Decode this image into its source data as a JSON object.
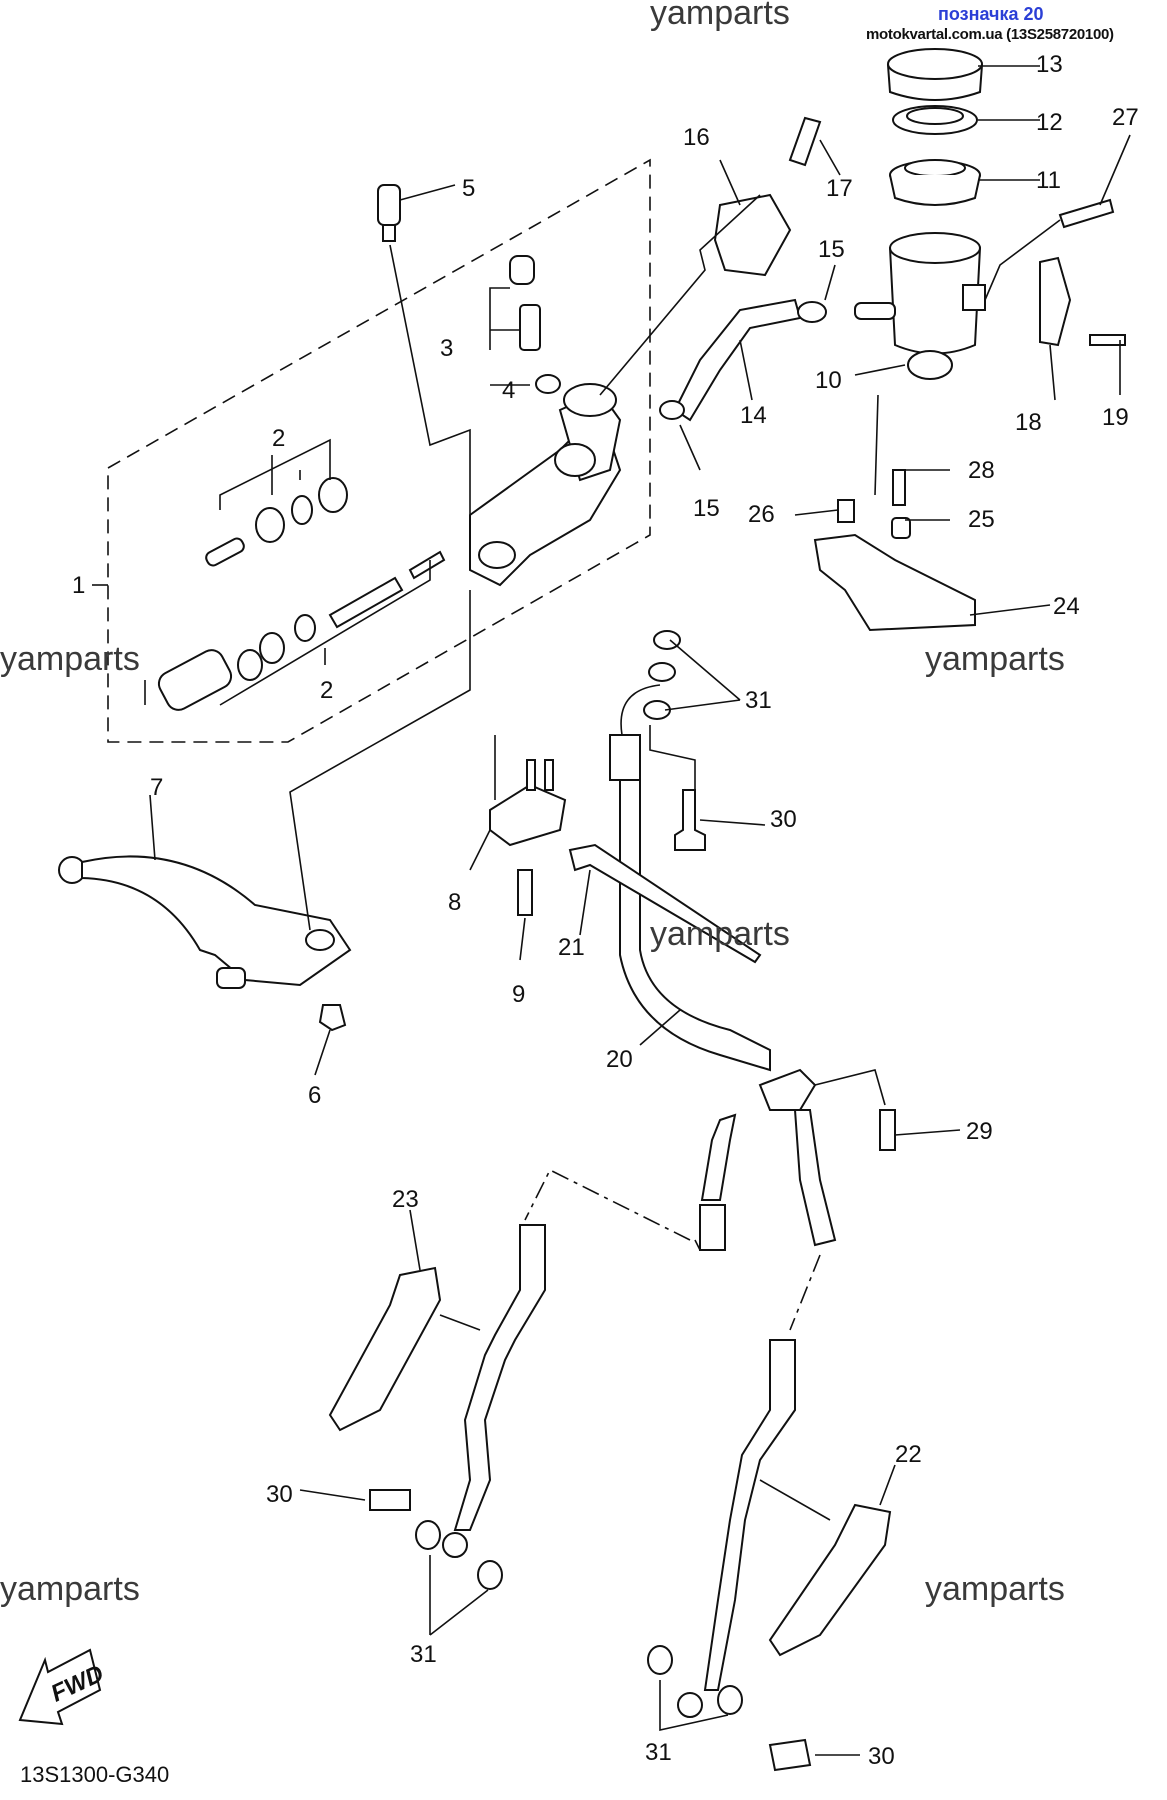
{
  "header": {
    "label": "позначка 20",
    "source": "motokvartal.com.ua (13S258720100)"
  },
  "watermarks": [
    "yamparts",
    "yamparts",
    "yamparts",
    "yamparts",
    "yamparts",
    "yamparts"
  ],
  "diagram_code": "13S1300-G340",
  "fwd_label": "FWD",
  "callouts": [
    "1",
    "2",
    "2",
    "3",
    "4",
    "5",
    "6",
    "7",
    "8",
    "9",
    "10",
    "11",
    "12",
    "13",
    "14",
    "15",
    "15",
    "16",
    "17",
    "18",
    "19",
    "20",
    "21",
    "22",
    "23",
    "24",
    "25",
    "26",
    "27",
    "28",
    "29",
    "30",
    "30",
    "30",
    "31",
    "31",
    "31"
  ]
}
